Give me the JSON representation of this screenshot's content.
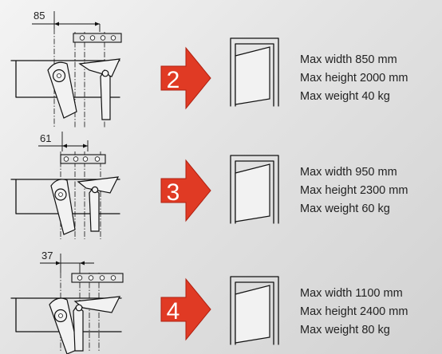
{
  "colors": {
    "arrow": "#e03a24",
    "arrow_edge": "#b02010",
    "line": "#111111"
  },
  "sections": [
    {
      "dimension": "85",
      "number": "2",
      "specs": [
        "Max width 850 mm",
        "Max height 2000 mm",
        "Max weight 40 kg"
      ]
    },
    {
      "dimension": "61",
      "number": "3",
      "specs": [
        "Max width 950 mm",
        "Max height 2300 mm",
        "Max weight 60 kg"
      ]
    },
    {
      "dimension": "37",
      "number": "4",
      "specs": [
        "Max width 1100 mm",
        "Max height 2400 mm",
        "Max weight 80 kg"
      ]
    }
  ]
}
